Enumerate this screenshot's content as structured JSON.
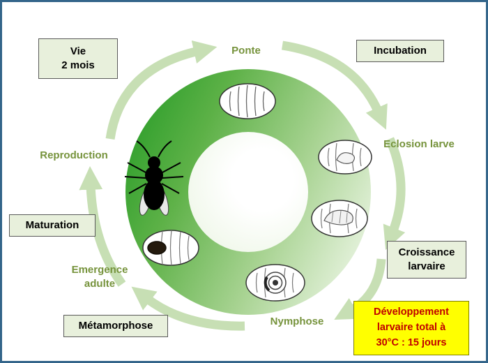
{
  "diagram": {
    "title_box": {
      "line1": "Vie",
      "line2": "2 mois"
    },
    "stages": {
      "ponte": "Ponte",
      "eclosion": "Eclosion larve",
      "reproduction": "Reproduction",
      "emergence_line1": "Emergence",
      "emergence_line2": "adulte",
      "nymphose": "Nymphose"
    },
    "boxes": {
      "incubation": "Incubation",
      "croissance_line1": "Croissance",
      "croissance_line2": "larvaire",
      "maturation": "Maturation",
      "metamorphose": "Métamorphose",
      "dev_line1": "Développement",
      "dev_line2": "larvaire total à",
      "dev_line3": "30°C : 15 jours"
    },
    "colors": {
      "stage_label": "#76933c",
      "box_fill": "#e8f0dc",
      "box_border": "#595959",
      "highlight_fill": "#ffff00",
      "highlight_text": "#c00000",
      "ring_dark": "#2f9f2c",
      "ring_light": "#e9f4e1",
      "arrow": "#c7dfb4",
      "frame": "#33658a"
    }
  }
}
